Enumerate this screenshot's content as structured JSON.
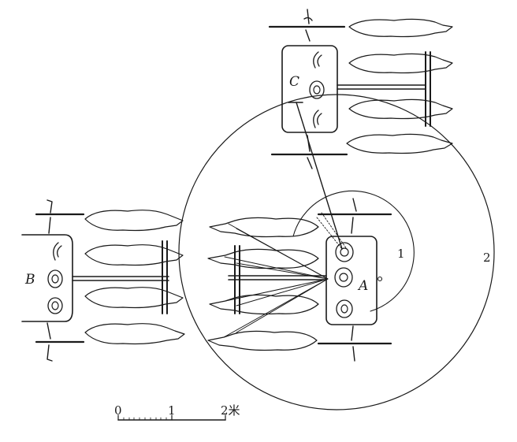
{
  "labels": {
    "chariot_a": "A",
    "chariot_b": "B",
    "chariot_c": "C",
    "radius_1": "1",
    "radius_2": "2"
  },
  "scale_bar": {
    "tick_0": "0",
    "tick_1": "1",
    "tick_2": "2米"
  },
  "colors": {
    "ink": "#1a1a1a",
    "paper": "#ffffff"
  }
}
